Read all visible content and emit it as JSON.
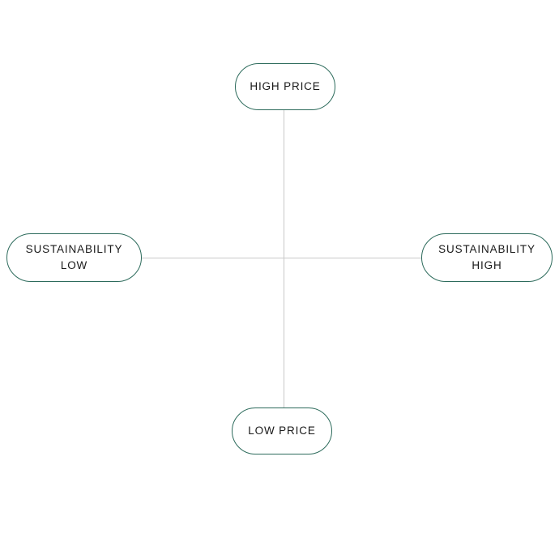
{
  "diagram": {
    "type": "positioning-matrix",
    "title": "",
    "axes": {
      "vertical": {
        "name": "Price",
        "top_label": "HIGH PRICE",
        "bottom_label": "LOW PRICE",
        "line_color": "#c9c9c9"
      },
      "horizontal": {
        "name": "Sustainability",
        "left_label": "SUSTAINABILITY\nLOW",
        "right_label": "SUSTAINABILITY\nHIGH",
        "line_color": "#c9c9c9"
      }
    },
    "nodes": [
      {
        "id": "high-price",
        "label": "HIGH PRICE",
        "position": "top"
      },
      {
        "id": "sustainability-low",
        "label": "SUSTAINABILITY\nLOW",
        "position": "left"
      },
      {
        "id": "sustainability-high",
        "label": "SUSTAINABILITY\nHIGH",
        "position": "right"
      },
      {
        "id": "low-price",
        "label": "LOW PRICE",
        "position": "bottom"
      }
    ],
    "colors": {
      "node_border": "#2d6b5c",
      "node_fill": "#ffffff",
      "axis_line": "#c9c9c9",
      "text": "#1a1a1a",
      "background": "#ffffff"
    }
  }
}
